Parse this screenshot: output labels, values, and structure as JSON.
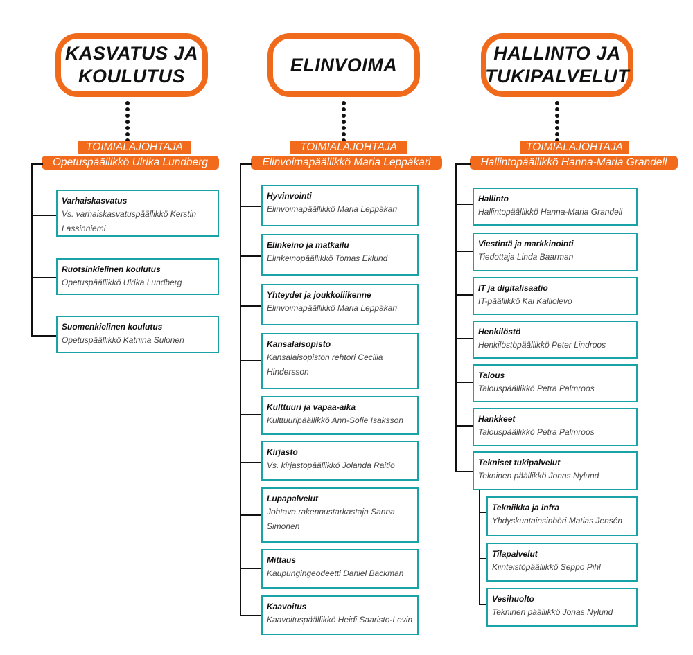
{
  "columns": [
    {
      "title_lines": [
        "KASVATUS JA",
        "KOULUTUS"
      ],
      "role_label": "TOIMIALAJOHTAJA",
      "role_person": "Opetuspäällikkö Ulrika Lundberg",
      "units": [
        {
          "title": "Varhaiskasvatus",
          "person": "Vs. varhaiskasvatuspäällikkö Kerstin Lassinniemi"
        },
        {
          "title": "Ruotsinkielinen koulutus",
          "person": "Opetuspäällikkö Ulrika Lundberg"
        },
        {
          "title": "Suomenkielinen koulutus",
          "person": "Opetuspäällikkö Katriina Sulonen"
        }
      ]
    },
    {
      "title_lines": [
        "ELINVOIMA"
      ],
      "role_label": "TOIMIALAJOHTAJA",
      "role_person": "Elinvoimapäällikkö Maria Leppäkari",
      "units": [
        {
          "title": "Hyvinvointi",
          "person": "Elinvoimapäällikkö Maria Leppäkari"
        },
        {
          "title": "Elinkeino ja matkailu",
          "person": "Elinkeinopäällikkö Tomas Eklund"
        },
        {
          "title": "Yhteydet ja joukkoliikenne",
          "person": "Elinvoimapäällikkö Maria Leppäkari"
        },
        {
          "title": "Kansalaisopisto",
          "person": "Kansalaisopiston rehtori Cecilia Hindersson"
        },
        {
          "title": "Kulttuuri ja vapaa-aika",
          "person": "Kulttuuripäällikkö Ann-Sofie Isaksson"
        },
        {
          "title": "Kirjasto",
          "person": "Vs. kirjastopäällikkö Jolanda Raitio"
        },
        {
          "title": "Lupapalvelut",
          "person": "Johtava rakennustarkastaja Sanna Simonen"
        },
        {
          "title": "Mittaus",
          "person": "Kaupungingeodeetti Daniel Backman"
        },
        {
          "title": "Kaavoitus",
          "person": "Kaavoituspäällikkö Heidi Saaristo-Levin"
        }
      ]
    },
    {
      "title_lines": [
        "HALLINTO JA",
        "TUKIPALVELUT"
      ],
      "role_label": "TOIMIALAJOHTAJA",
      "role_person": "Hallintopäällikkö Hanna-Maria Grandell",
      "units": [
        {
          "title": "Hallinto",
          "person": "Hallintopäällikkö Hanna-Maria Grandell"
        },
        {
          "title": "Viestintä ja markkinointi",
          "person": "Tiedottaja Linda Baarman"
        },
        {
          "title": "IT ja digitalisaatio",
          "person": "IT-päällikkö Kai Kalliolevo"
        },
        {
          "title": "Henkilöstö",
          "person": "Henkilöstöpäällikkö Peter Lindroos"
        },
        {
          "title": "Talous",
          "person": "Talouspäällikkö Petra Palmroos"
        },
        {
          "title": "Hankkeet",
          "person": "Talouspäällikkö Petra Palmroos"
        },
        {
          "title": "Tekniset tukipalvelut",
          "person": "Tekninen päällikkö Jonas Nylund"
        }
      ],
      "subunits": [
        {
          "title": "Tekniikka ja infra",
          "person": "Yhdyskuntainsinööri Matias Jensén"
        },
        {
          "title": "Tilapalvelut",
          "person": "Kiinteistöpäällikkö Seppo Pihl"
        },
        {
          "title": "Vesihuolto",
          "person": "Tekninen päällikkö Jonas Nylund"
        }
      ]
    }
  ],
  "colors": {
    "accent": "#f06a1c",
    "box_border": "#1aa3a6",
    "line": "#111111"
  }
}
